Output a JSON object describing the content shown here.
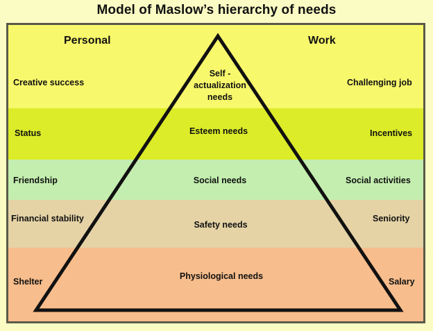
{
  "title": "Model of Maslow’s hierarchy of needs",
  "columns": {
    "personal": "Personal",
    "work": "Work"
  },
  "levels": [
    {
      "need": [
        "Self -",
        "actualization",
        "needs"
      ],
      "personal": "Creative success",
      "work": "Challenging job",
      "color": "#f8f86c"
    },
    {
      "need": [
        "Esteem needs"
      ],
      "personal": "Status",
      "work": "Incentives",
      "color": "#dcec28"
    },
    {
      "need": [
        "Social needs"
      ],
      "personal": "Friendship",
      "work": "Social activities",
      "color": "#c3eeaf"
    },
    {
      "need": [
        "Safety needs"
      ],
      "personal": "Financial stability",
      "work": "Seniority",
      "color": "#e5d3a6"
    },
    {
      "need": [
        "Physiological needs"
      ],
      "personal": "Shelter",
      "work": "Salary",
      "color": "#f7bd8c"
    }
  ]
}
